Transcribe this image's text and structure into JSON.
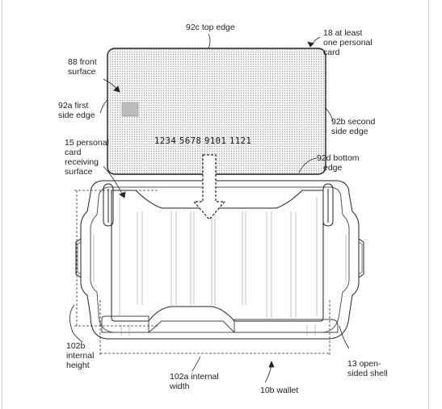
{
  "labels": {
    "top_edge": "92c top edge",
    "personal_card": [
      "18 at least",
      "one personal",
      "card"
    ],
    "front_surface": [
      "88 front",
      "surface"
    ],
    "first_side_edge": [
      "92a first",
      "side edge"
    ],
    "second_side_edge": [
      "92b second",
      "side edge"
    ],
    "receiving_surface": [
      "15 personal",
      "card",
      "receiving",
      "surface"
    ],
    "bottom_edge": [
      "92d bottom",
      "edge"
    ],
    "internal_height": [
      "102b",
      "internal",
      "height"
    ],
    "internal_width": [
      "102a internal",
      "width"
    ],
    "wallet": "10b wallet",
    "open_sided_shell": [
      "13 open-",
      "sided shell"
    ]
  },
  "card_number": [
    "1234",
    "5678",
    "9101",
    "1121"
  ],
  "colors": {
    "line": "#222222",
    "light_line": "#9a9a9a",
    "card_fill": "#e6e6e6"
  }
}
